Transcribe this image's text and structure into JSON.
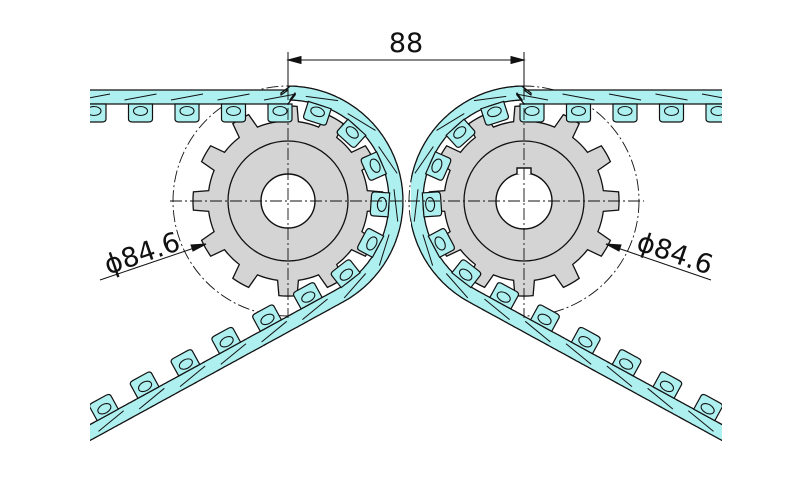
{
  "drawing": {
    "colors": {
      "belt_fill": "#aef0f0",
      "sprocket_fill": "#d4d4d4",
      "line": "#111111",
      "background": "#ffffff"
    },
    "dimensions": {
      "center_distance": "88",
      "left_pitch_diameter": "ϕ84.6",
      "right_pitch_diameter": "ϕ84.6"
    },
    "sprockets": [
      {
        "name": "left-sprocket",
        "bore": "round"
      },
      {
        "name": "right-sprocket",
        "bore": "keyed"
      }
    ]
  }
}
